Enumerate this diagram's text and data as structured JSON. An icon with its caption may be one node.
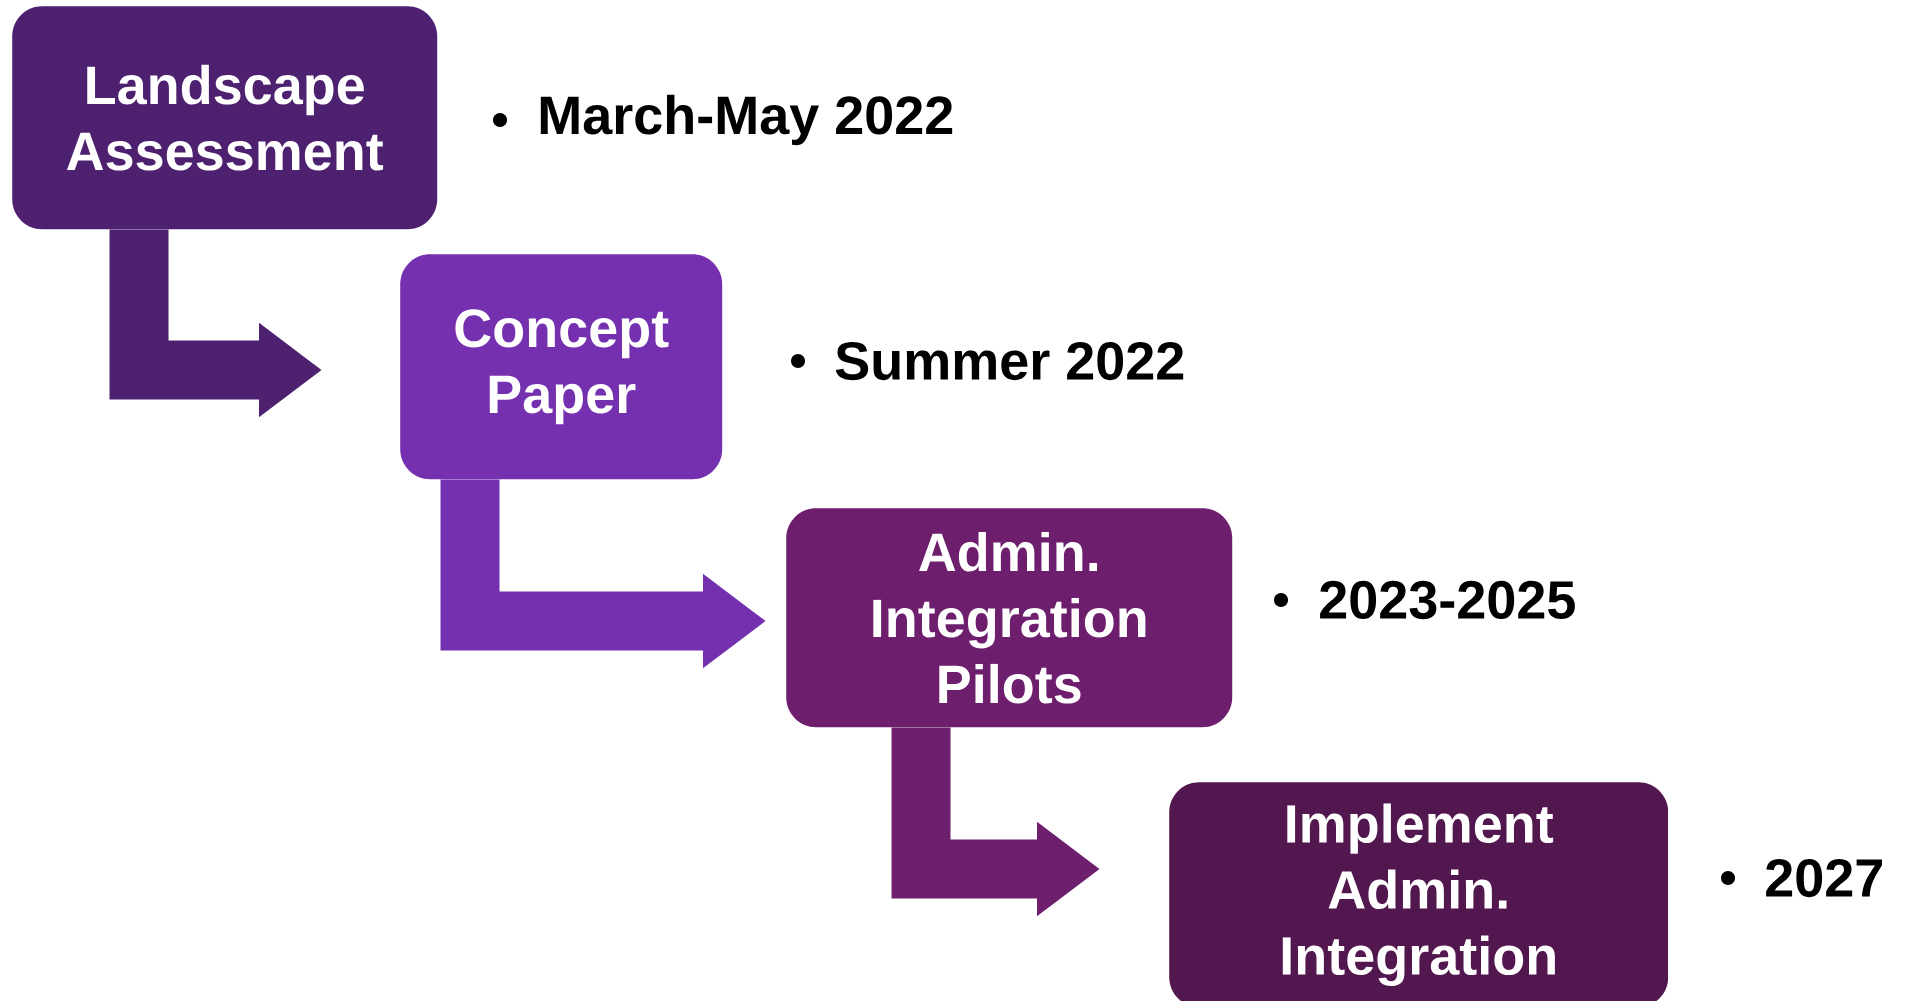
{
  "diagram": {
    "nodes": [
      {
        "text": [
          "Landscape Assessment"
        ],
        "beside": [
          "March-May 2022"
        ]
      },
      {
        "text": [
          "Concept Paper"
        ],
        "beside": [
          "Summer 2022"
        ]
      },
      {
        "text": [
          "Admin. Integration Pilots"
        ],
        "beside": [
          "2023-2025"
        ]
      },
      {
        "text": [
          "Implement Admin. Integration"
        ],
        "beside": [
          "2027"
        ]
      }
    ],
    "edges": [
      {
        "from": 0,
        "to": 1,
        "arrow": "to",
        "color": "#4e2070"
      },
      {
        "from": 1,
        "to": 2,
        "arrow": "to",
        "color": "#7530b0"
      },
      {
        "from": 2,
        "to": 3,
        "arrow": "to",
        "color": "#6d1f6d"
      }
    ]
  }
}
